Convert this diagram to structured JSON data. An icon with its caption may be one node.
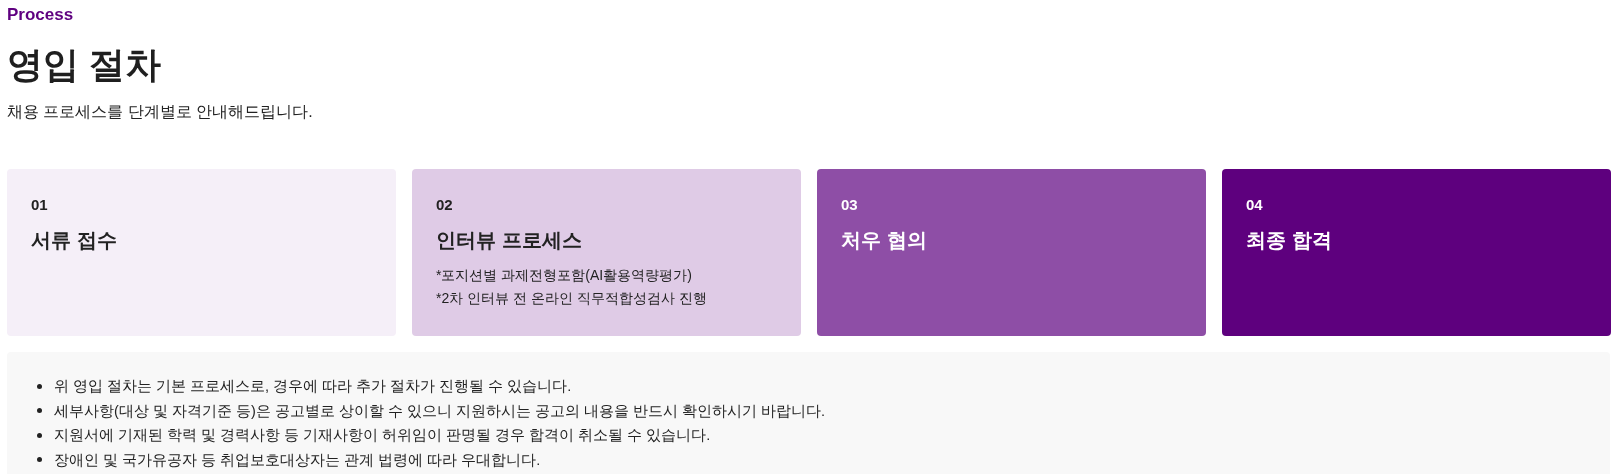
{
  "diagram": {
    "title": "영입 절차",
    "nodes": [
      {
        "text": [
          "01",
          "서류 접수"
        ]
      },
      {
        "text": [
          "02",
          "인터뷰 프로세스",
          "*포지션별 과제전형포함(AI활용역량평가)",
          "*2차 인터뷰 전 온라인 직무적합성검사 진행"
        ]
      },
      {
        "text": [
          "03",
          "처우 협의"
        ]
      },
      {
        "text": [
          "04",
          "최종 합격"
        ]
      },
      {
        "text": [
          "위 영입 절차는 기본 프로세스로, 경우에 따라 추가 절차가 진행될 수 있습니다.",
          "세부사항(대상 및 자격기준 등)은 공고별로 상이할 수 있으니 지원하시는 공고의 내용을 반드시 확인하시기 바랍니다.",
          "지원서에 기재된 학력 및 경력사항 등 기재사항이 허위임이 판명될 경우 합격이 취소될 수 있습니다.",
          "장애인 및 국가유공자 등 취업보호대상자는 관계 법령에 따라 우대합니다."
        ]
      }
    ],
    "labels": [
      "Process",
      "채용 프로세스를 단계별로 안내해드립니다."
    ]
  }
}
